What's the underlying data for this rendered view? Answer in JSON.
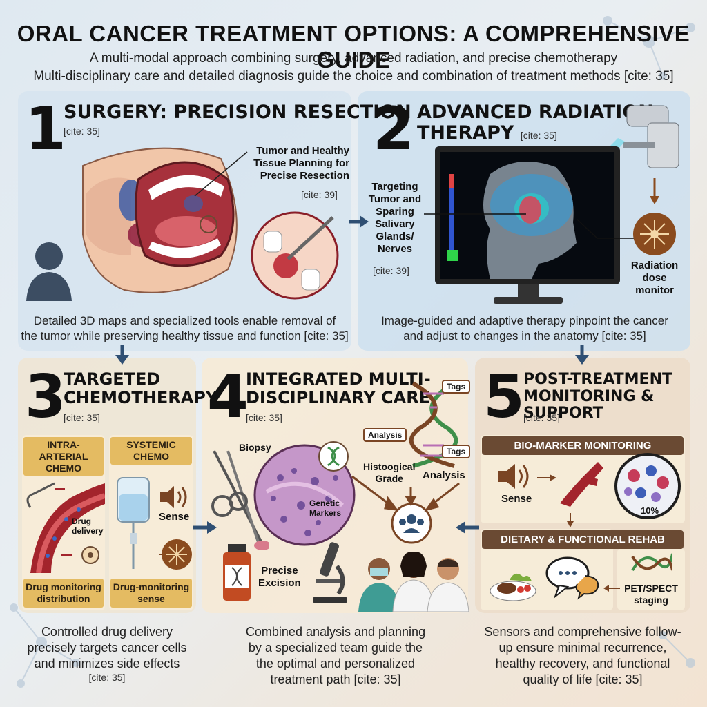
{
  "header": {
    "title": "ORAL CANCER TREATMENT OPTIONS: A COMPREHENSIVE GUIDE",
    "subtitle1": "A multi-modal approach combining surgery, advanced radiation, and precise chemotherapy",
    "subtitle2": "Multi-disciplinary care and detailed diagnosis guide the choice and combination of treatment methods [cite: 35]"
  },
  "panel1": {
    "number": "1",
    "title": "SURGERY: PRECISION RESECTION",
    "cite": "[cite: 35]",
    "callout_line1": "Tumor and Healthy",
    "callout_line2": "Tissue Planning for",
    "callout_line3": "Precise Resection",
    "callout_cite": "[cite: 39]",
    "caption_line1": "Detailed 3D maps and specialized tools enable removal of",
    "caption_line2": "the tumor while preserving healthy tissue and function [cite: 35]"
  },
  "panel2": {
    "number": "2",
    "title_line1": "ADVANCED RADIATION",
    "title_line2": "THERAPY",
    "cite": "[cite: 35]",
    "target_line1": "Targeting",
    "target_line2": "Tumor and",
    "target_line3": "Sparing",
    "target_line4": "Salivary",
    "target_line5": "Glands/",
    "target_line6": "Nerves",
    "target_cite": "[cite: 39]",
    "monitor_line1": "Radiation",
    "monitor_line2": "dose",
    "monitor_line3": "monitor",
    "caption_line1": "Image-guided and adaptive therapy pinpoint the cancer",
    "caption_line2": "and adjust to changes in the anatomy [cite: 35]"
  },
  "panel3": {
    "number": "3",
    "title_line1": "TARGETED",
    "title_line2": "CHEMOTHERAPY",
    "cite": "[cite: 35]",
    "tab1_line1": "INTRA-ARTERIAL",
    "tab1_line2": "CHEMO",
    "tab2_line1": "SYSTEMIC",
    "tab2_line2": "CHEMO",
    "drug_line1": "Drug",
    "drug_line2": "delivery",
    "sense": "Sense",
    "foot1_line1": "Drug monitoring",
    "foot1_line2": "distribution",
    "foot2_line1": "Drug-monitoring",
    "foot2_line2": "sense",
    "caption_line1": "Controlled drug delivery",
    "caption_line2": "precisely targets cancer cells",
    "caption_line3": "and minimizes side effects",
    "caption_cite": "[cite: 35]"
  },
  "panel4": {
    "number": "4",
    "title_line1": "INTEGRATED MULTI-",
    "title_line2": "DISCIPLINARY CARE",
    "cite": "[cite: 35]",
    "biopsy": "Biopsy",
    "genetic_line1": "Genetic",
    "genetic_line2": "Markers",
    "tag1": "Tags",
    "tag2": "Tags",
    "analysis_tag": "Analysis",
    "histo_line1": "Histoogical",
    "histo_line2": "Grade",
    "analysis": "Analysis",
    "precise_line1": "Precise",
    "precise_line2": "Excision",
    "caption_line1": "Combined analysis and planning",
    "caption_line2": "by a specialized team guide the",
    "caption_line3": "the optimal and personalized",
    "caption_line4": "treatment path [cite: 35]"
  },
  "panel5": {
    "number": "5",
    "title_line1": "POST-TREATMENT",
    "title_line2": "MONITORING & SUPPORT",
    "cite": "[cite: 35]",
    "band1": "BIO-MARKER MONITORING",
    "sense": "Sense",
    "percent": "10%",
    "band2": "DIETARY & FUNCTIONAL REHAB",
    "pet_line1": "PET/SPECT",
    "pet_line2": "staging",
    "caption_line1": "Sensors and comprehensive follow-",
    "caption_line2": "up ensure minimal recurrence,",
    "caption_line3": "healthy recovery, and functional",
    "caption_line4": "quality of life [cite: 35]"
  },
  "colors": {
    "arrow": "#2f4f73",
    "band_brown": "#6a4a33",
    "gold": "#e4bb62",
    "tissue_red": "#b8303a"
  }
}
